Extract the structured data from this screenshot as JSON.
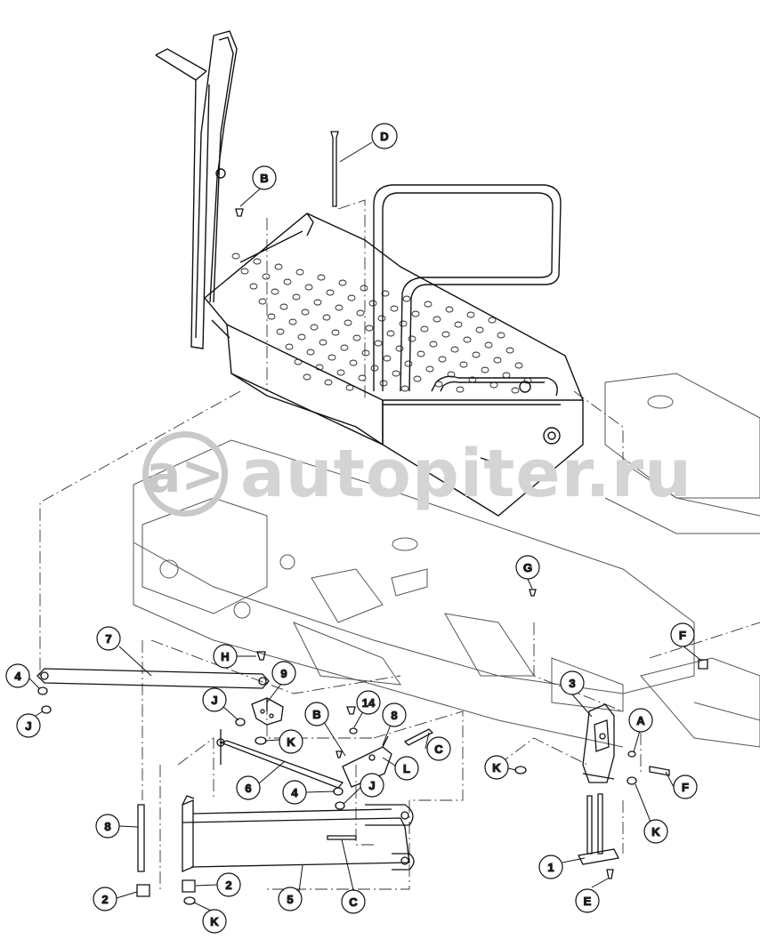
{
  "watermark": {
    "text": "autopiter.ru",
    "badge": "a>"
  },
  "callouts": {
    "c_d": "D",
    "c_b_top": "B",
    "c_g": "G",
    "c_f_top": "F",
    "c_7": "7",
    "c_h": "H",
    "c_4_left": "4",
    "c_j_left": "J",
    "c_9": "9",
    "c_j_mid": "J",
    "c_k_mid": "K",
    "c_6": "6",
    "c_b_mid": "B",
    "c_14": "14",
    "c_8_mid": "8",
    "c_c_mid": "C",
    "c_l": "L",
    "c_4_mid": "4",
    "c_j_low": "J",
    "c_3": "3",
    "c_a": "A",
    "c_k_right": "K",
    "c_f_right": "F",
    "c_k_right2": "K",
    "c_8_left": "8",
    "c_2_left": "2",
    "c_2_mid": "2",
    "c_k_bottom": "K",
    "c_5": "5",
    "c_c_bottom": "C",
    "c_1": "1",
    "c_e": "E"
  }
}
